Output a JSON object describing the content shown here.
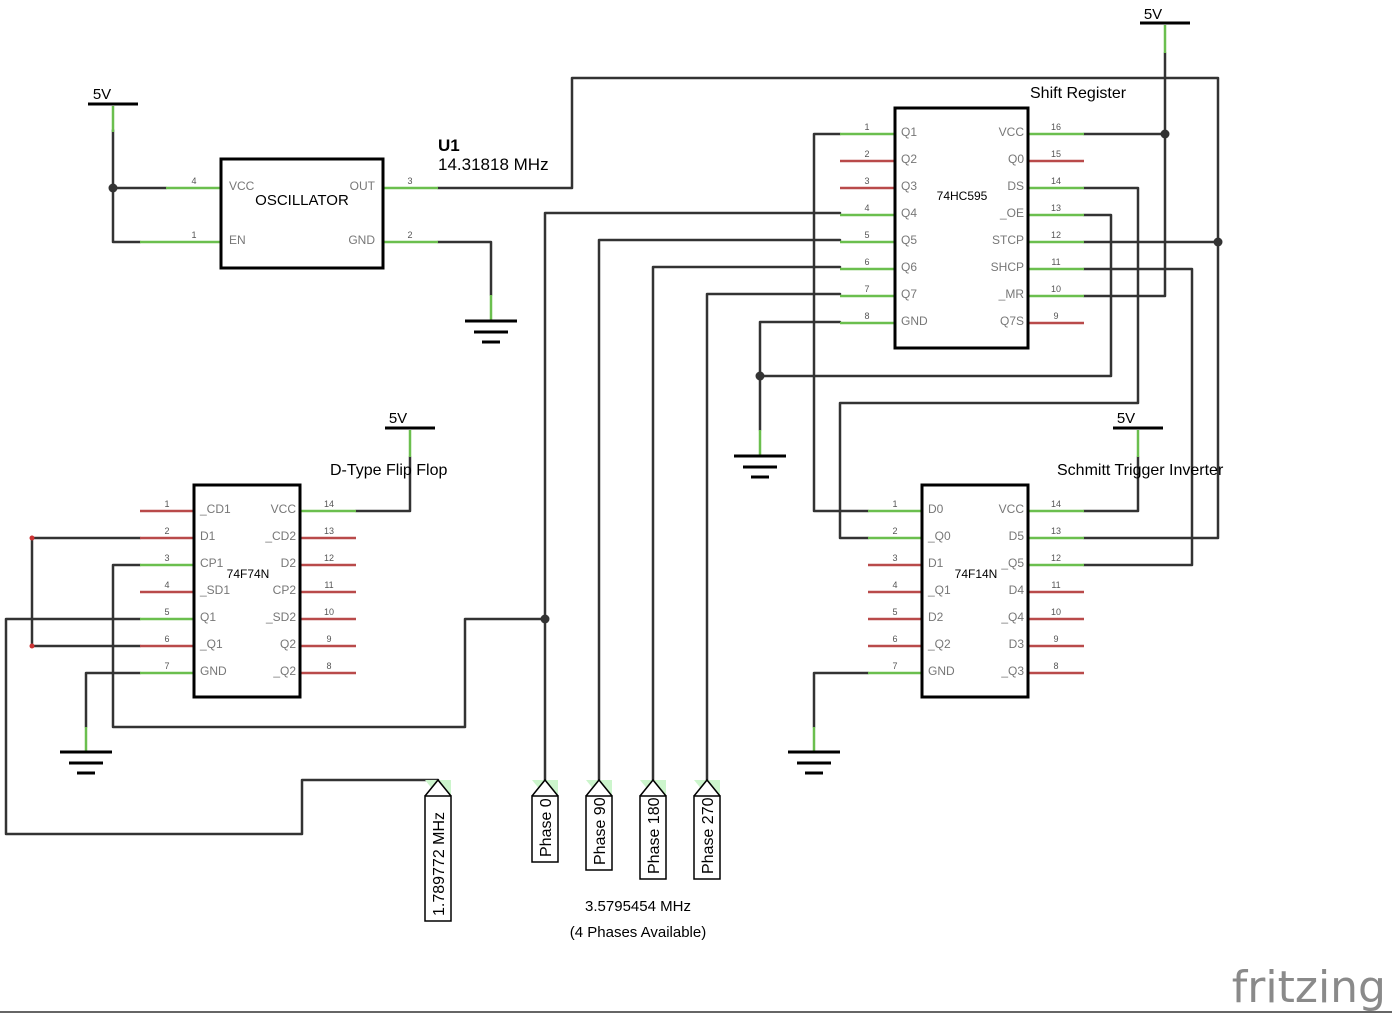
{
  "oscillator": {
    "ref": "U1",
    "freq": "14.31818 MHz",
    "name": "OSCILLATOR",
    "pins": [
      {
        "num": "4",
        "label": "VCC"
      },
      {
        "num": "1",
        "label": "EN"
      },
      {
        "num": "3",
        "label": "OUT"
      },
      {
        "num": "2",
        "label": "GND"
      }
    ]
  },
  "shift_register": {
    "title": "Shift Register",
    "chip": "74HC595",
    "left_pins": [
      {
        "num": "1",
        "label": "Q1"
      },
      {
        "num": "2",
        "label": "Q2"
      },
      {
        "num": "3",
        "label": "Q3"
      },
      {
        "num": "4",
        "label": "Q4"
      },
      {
        "num": "5",
        "label": "Q5"
      },
      {
        "num": "6",
        "label": "Q6"
      },
      {
        "num": "7",
        "label": "Q7"
      },
      {
        "num": "8",
        "label": "GND"
      }
    ],
    "right_pins": [
      {
        "num": "16",
        "label": "VCC"
      },
      {
        "num": "15",
        "label": "Q0"
      },
      {
        "num": "14",
        "label": "DS"
      },
      {
        "num": "13",
        "label": "_OE"
      },
      {
        "num": "12",
        "label": "STCP"
      },
      {
        "num": "11",
        "label": "SHCP"
      },
      {
        "num": "10",
        "label": "_MR"
      },
      {
        "num": "9",
        "label": "Q7S"
      }
    ]
  },
  "flip_flop": {
    "title": "D-Type Flip Flop",
    "chip": "74F74N",
    "left_pins": [
      {
        "num": "1",
        "label": "_CD1"
      },
      {
        "num": "2",
        "label": "D1"
      },
      {
        "num": "3",
        "label": "CP1"
      },
      {
        "num": "4",
        "label": "_SD1"
      },
      {
        "num": "5",
        "label": "Q1"
      },
      {
        "num": "6",
        "label": "_Q1"
      },
      {
        "num": "7",
        "label": "GND"
      }
    ],
    "right_pins": [
      {
        "num": "14",
        "label": "VCC"
      },
      {
        "num": "13",
        "label": "_CD2"
      },
      {
        "num": "12",
        "label": "D2"
      },
      {
        "num": "11",
        "label": "CP2"
      },
      {
        "num": "10",
        "label": "_SD2"
      },
      {
        "num": "9",
        "label": "Q2"
      },
      {
        "num": "8",
        "label": "_Q2"
      }
    ]
  },
  "inverter": {
    "title": "Schmitt Trigger Inverter",
    "chip": "74F14N",
    "left_pins": [
      {
        "num": "1",
        "label": "D0"
      },
      {
        "num": "2",
        "label": "_Q0"
      },
      {
        "num": "3",
        "label": "D1"
      },
      {
        "num": "4",
        "label": "_Q1"
      },
      {
        "num": "5",
        "label": "D2"
      },
      {
        "num": "6",
        "label": "_Q2"
      },
      {
        "num": "7",
        "label": "GND"
      }
    ],
    "right_pins": [
      {
        "num": "14",
        "label": "VCC"
      },
      {
        "num": "13",
        "label": "D5"
      },
      {
        "num": "12",
        "label": "_Q5"
      },
      {
        "num": "11",
        "label": "D4"
      },
      {
        "num": "10",
        "label": "_Q4"
      },
      {
        "num": "9",
        "label": "D3"
      },
      {
        "num": "8",
        "label": "_Q3"
      }
    ]
  },
  "power": {
    "label_osc": "5V",
    "label_sr": "5V",
    "label_ff": "5V",
    "label_inv": "5V"
  },
  "outputs": {
    "clk_div2": "1.789772 MHz",
    "phase0": "Phase 0",
    "phase90": "Phase 90",
    "phase180": "Phase 180",
    "phase270": "Phase 270",
    "freq_note": "3.5795454 MHz",
    "phase_note": "(4 Phases Available)"
  },
  "branding": {
    "logo": "fritzing"
  },
  "colors": {
    "wire": "#333333",
    "connected_pin": "#6bbf4e",
    "unconnected_pin": "#b94a4a",
    "net_label_tab": "#ccf5cc"
  }
}
